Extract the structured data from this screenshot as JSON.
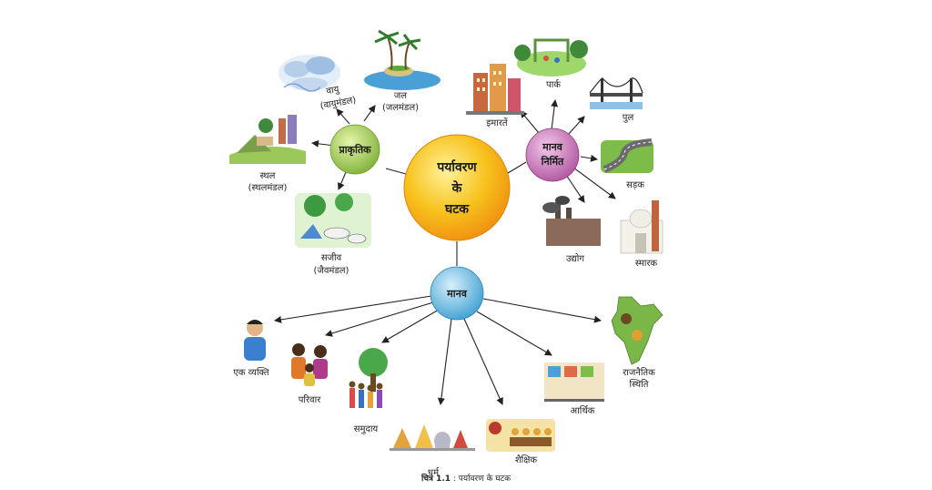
{
  "diagram": {
    "center": {
      "line1": "पर्यावरण",
      "line2": "के",
      "line3": "घटक"
    },
    "hubs": {
      "natural": "प्राकृतिक",
      "manmade": {
        "line1": "मानव",
        "line2": "निर्मित"
      },
      "human": "मानव"
    },
    "natural_items": {
      "air": {
        "line1": "वायु",
        "line2": "(वायुमंडल)"
      },
      "water": {
        "line1": "जल",
        "line2": "(जलमंडल)"
      },
      "land": {
        "line1": "स्थल",
        "line2": "(स्थलमंडल)"
      },
      "living": {
        "line1": "सजीव",
        "line2": "(जैवमंडल)"
      }
    },
    "manmade_items": {
      "buildings": "इमारतें",
      "park": "पार्क",
      "bridge": "पुल",
      "road": "सड़क",
      "industry": "उद्योग",
      "monument": "स्मारक"
    },
    "human_items": {
      "individual": "एक व्यक्ति",
      "family": "परिवार",
      "community": "समुदाय",
      "religion": "धर्म",
      "educational": "शैक्षिक",
      "economic": "आर्थिक",
      "political": {
        "line1": "राजनैतिक",
        "line2": "स्थिति"
      }
    }
  },
  "caption": {
    "figure": "चित्र 1.1",
    "text": ": पर्यावरण के घटक"
  },
  "colors": {
    "center": "#f7c21c",
    "natural": "#9cc84a",
    "manmade": "#c86fb8",
    "human": "#5ab3df",
    "line": "#222222"
  }
}
